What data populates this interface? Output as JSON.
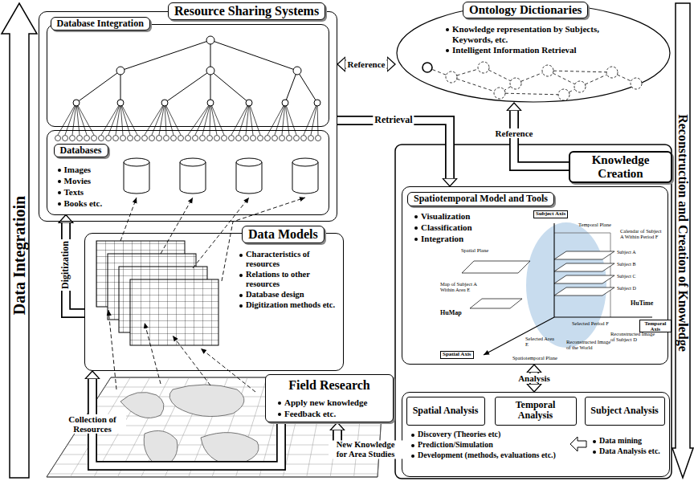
{
  "diagram": {
    "nodes": [
      {
        "text": [
          "Resource Sharing Systems"
        ]
      },
      {
        "text": [
          "Database Integration"
        ],
        "in": 0
      },
      {
        "text": [
          "Databases",
          "Images",
          "Movies",
          "Texts",
          "Books etc."
        ],
        "in": 0
      },
      {
        "text": [
          "Ontology Dictionaries",
          "Knowledge representation by Subjects, Keywords, etc.",
          "Intelligent Information Retrieval"
        ]
      },
      {
        "text": [
          "Data Models",
          "Characteristics of resources",
          "Relations to other resources",
          "Database design",
          "Digitization methods etc."
        ]
      },
      {
        "text": [
          "Knowledge Creation"
        ]
      },
      {
        "text": [
          "Spatiotemporal Model and Tools",
          "Visualization",
          "Classification",
          "Integration"
        ]
      },
      {
        "text": [
          "Discovery (Theories etc)",
          "Prediction/Simulation",
          "Development (methods, evaluations etc.)",
          "Data mining",
          "Data Analysis etc."
        ]
      },
      {
        "text": [
          "Spatial Analysis"
        ],
        "in": 7
      },
      {
        "text": [
          "Temporal Analysis"
        ],
        "in": 7
      },
      {
        "text": [
          "Subject Analysis"
        ],
        "in": 7
      },
      {
        "text": [
          "Field Research",
          "Apply new knowledge",
          "Feedback etc."
        ]
      }
    ],
    "edges": [
      {
        "from": 0,
        "to": 3,
        "arrow": "both",
        "label": "Reference"
      },
      {
        "from": 0,
        "to": 6,
        "arrow": "to",
        "label": "Retrieval"
      },
      {
        "from": 5,
        "to": 3,
        "arrow": "to",
        "label": "Reference"
      },
      {
        "from": 4,
        "to": 2,
        "arrow": "to",
        "label": "Digitization"
      },
      {
        "from": 6,
        "to": 7,
        "arrow": "both",
        "label": "Analysis"
      },
      {
        "from": 7,
        "to": 11,
        "arrow": "to",
        "label": "New Knowledge for Area Studies"
      },
      {
        "from": 11,
        "to": 4,
        "arrow": "to",
        "label": "Collection of Resources"
      }
    ],
    "labels": [
      "Data Integratioin",
      "Reconstruction and Creation of Knowledge",
      "Subject Axis",
      "Temporal Plane",
      "Spatial Plane",
      "Calendar of Subject A Within Period F",
      "Map of Subject A Within Area E",
      "HuTime",
      "HuMap",
      "Temporal Axis",
      "Selected Period F",
      "Reconstructed Image of Subject D",
      "Reconstructed Image of the World",
      "Selected Area E",
      "Spatial Axis",
      "Spatiotemporal Plane",
      "Subject A",
      "Subject B",
      "Subject C",
      "Subject D"
    ]
  }
}
